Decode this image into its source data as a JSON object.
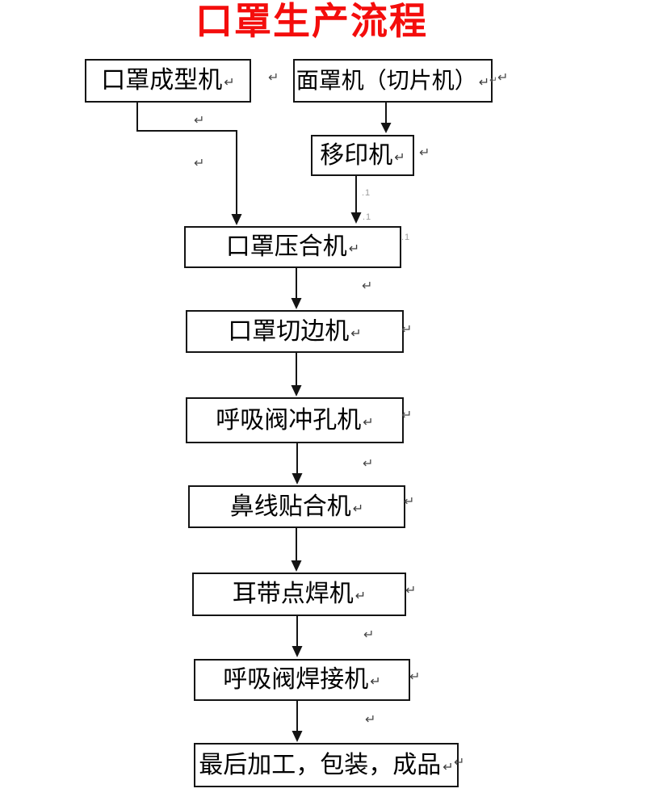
{
  "diagram": {
    "type": "flowchart",
    "language": "zh-CN",
    "title": {
      "text": "口罩生产流程",
      "color": "#f40d0c"
    }
  },
  "nodes": [
    {
      "id": "mask-forming-machine",
      "label": "口罩成型机"
    },
    {
      "id": "face-mask-machine-slicer",
      "label": "面罩机（切片机）"
    },
    {
      "id": "pad-printing-machine",
      "label": "移印机"
    },
    {
      "id": "mask-pressing-machine",
      "label": "口罩压合机"
    },
    {
      "id": "mask-edge-cutting-machine",
      "label": "口罩切边机"
    },
    {
      "id": "breathing-valve-punching-machine",
      "label": "呼吸阀冲孔机"
    },
    {
      "id": "nose-wire-laminating-machine",
      "label": "鼻线贴合机"
    },
    {
      "id": "ear-strap-spot-welding-machine",
      "label": "耳带点焊机"
    },
    {
      "id": "breathing-valve-welding-machine",
      "label": "呼吸阀焊接机"
    },
    {
      "id": "final-processing-packaging",
      "label": "最后加工，包装，成品"
    }
  ],
  "edges": [
    {
      "from": "mask-forming-machine",
      "to": "mask-pressing-machine"
    },
    {
      "from": "face-mask-machine-slicer",
      "to": "pad-printing-machine"
    },
    {
      "from": "pad-printing-machine",
      "to": "mask-pressing-machine"
    },
    {
      "from": "mask-pressing-machine",
      "to": "mask-edge-cutting-machine"
    },
    {
      "from": "mask-edge-cutting-machine",
      "to": "breathing-valve-punching-machine"
    },
    {
      "from": "breathing-valve-punching-machine",
      "to": "nose-wire-laminating-machine"
    },
    {
      "from": "nose-wire-laminating-machine",
      "to": "ear-strap-spot-welding-machine"
    },
    {
      "from": "ear-strap-spot-welding-machine",
      "to": "breathing-valve-welding-machine"
    },
    {
      "from": "breathing-valve-welding-machine",
      "to": "final-processing-packaging"
    }
  ],
  "marks": {
    "pilcrow": "↵",
    "faint": ".1"
  }
}
